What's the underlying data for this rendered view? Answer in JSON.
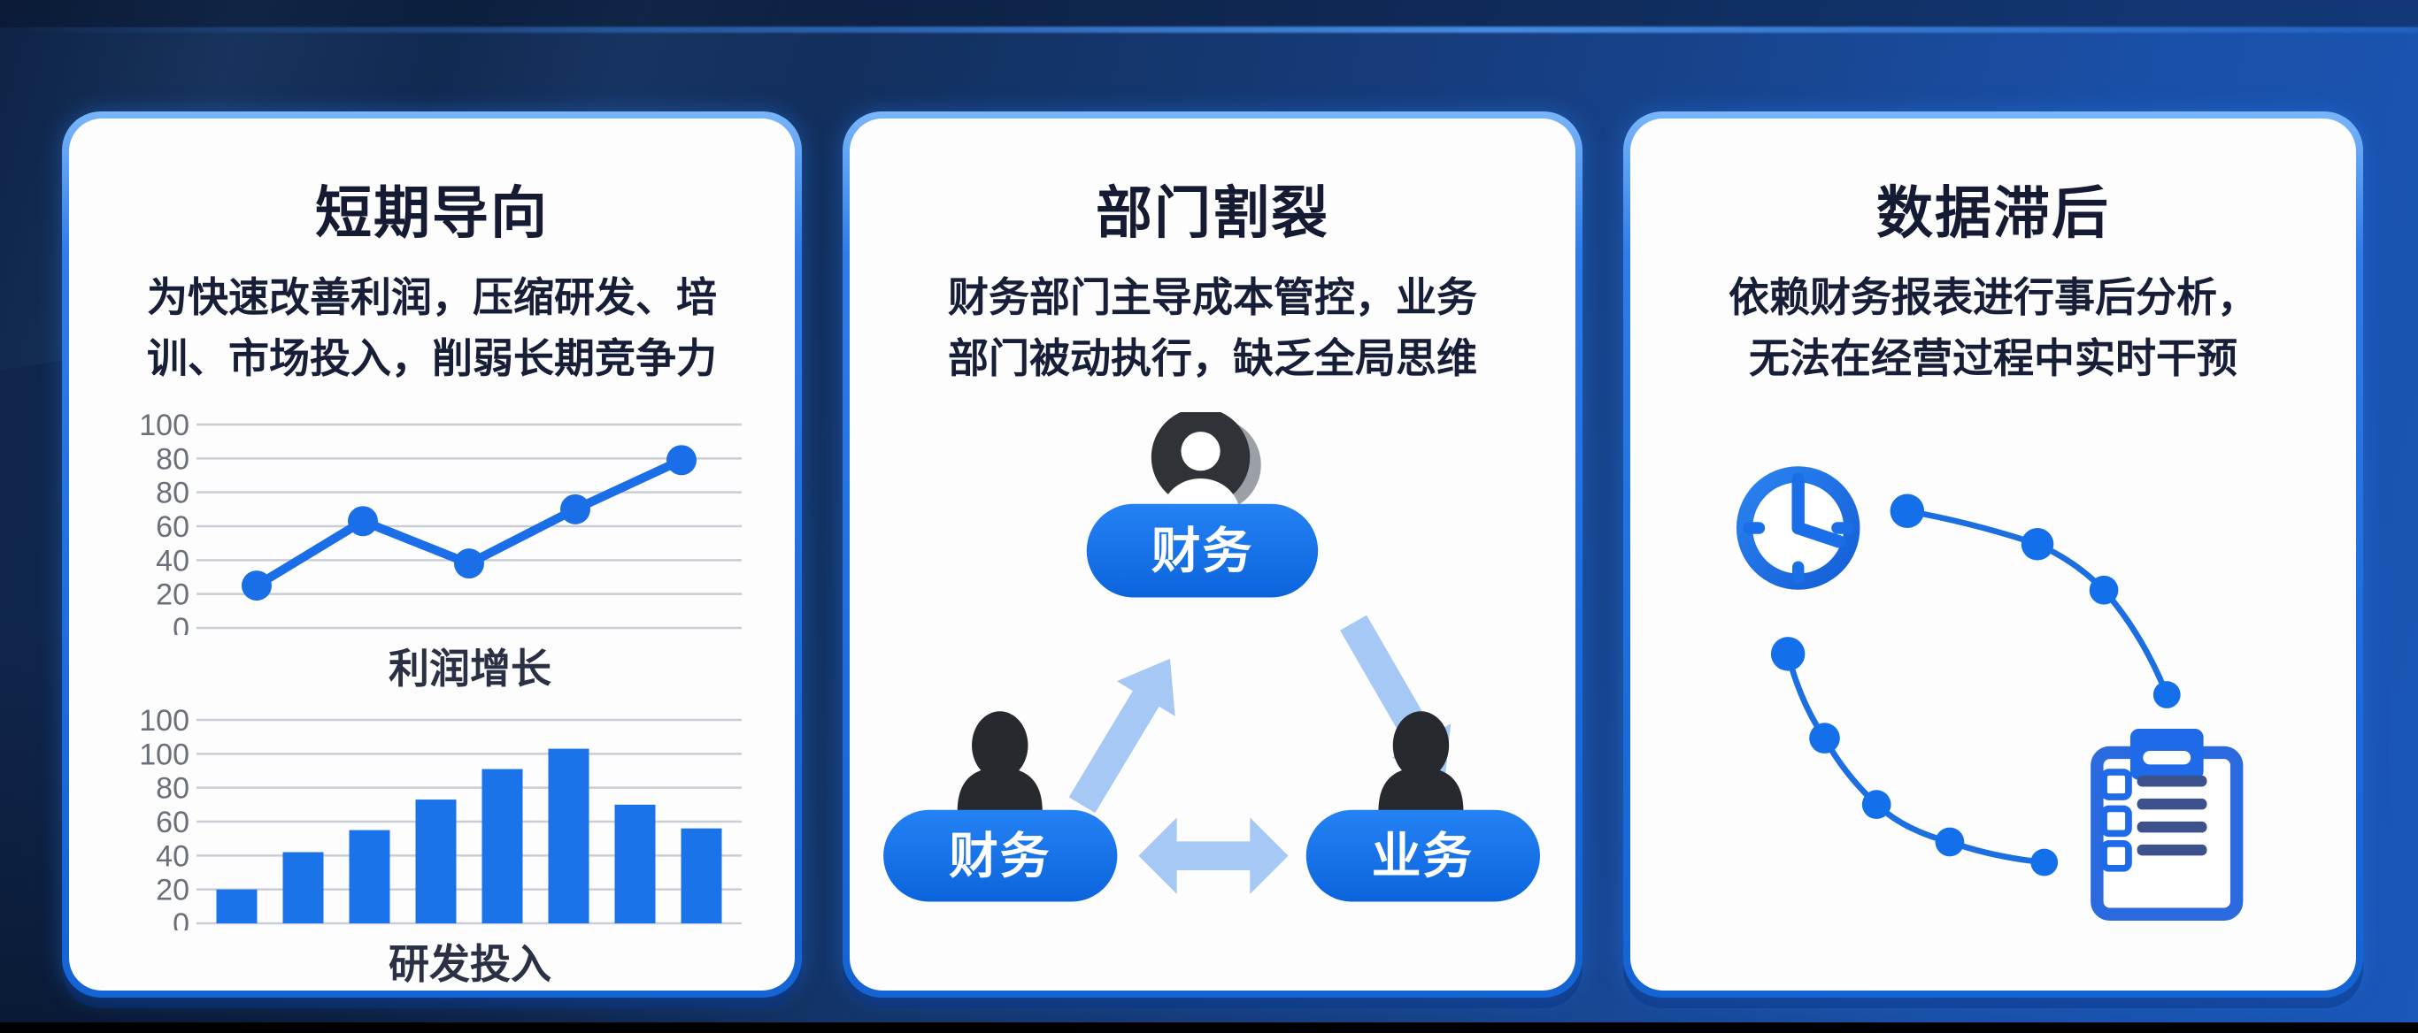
{
  "slide": {
    "background": {
      "base_dark_navy": "#0f2548",
      "base_bright_blue": "#1a57b8",
      "top_glow_line": "#3e8cf0",
      "bottom_bar": "#000000"
    },
    "accent_blue": "#1a6fe8",
    "light_arrow_blue": "#a6c8f5",
    "card_border_blue": "#2e7ce8"
  },
  "cards": [
    {
      "title": "短期导向",
      "body": "为快速改善利润，压缩研发、培\n训、市场投入，削弱长期竞争力"
    },
    {
      "title": "部门割裂",
      "body": "财务部门主导成本管控，业务\n部门被动执行，缺乏全局思维",
      "diagram": {
        "top_node": "财务",
        "left_node": "财务",
        "right_node": "业务",
        "node_color": "#0e6ee8",
        "arrow_color": "#a6c8f5",
        "person_color": "#26292e"
      }
    },
    {
      "title": "数据滞后",
      "body": "依赖财务报表进行事后分析，\n无法在经营过程中实时干预",
      "diagram": {
        "icons": [
          "clock-icon",
          "dotted-flow-arcs",
          "clipboard-checklist-icon"
        ],
        "icon_color": "#1a6fe8",
        "checklist_line_color": "#3d528c"
      }
    }
  ],
  "chart_data": [
    {
      "type": "line",
      "title": "利润增长",
      "x": [
        1,
        2,
        3,
        4,
        5
      ],
      "values": [
        25,
        63,
        38,
        70,
        99
      ],
      "y_tick_labels": [
        "100",
        "80",
        "80",
        "60",
        "40",
        "20",
        "0"
      ],
      "ylim": [
        0,
        120
      ],
      "gridlines": 7,
      "grid": true,
      "legend": "none",
      "line_color": "#1a6fe8"
    },
    {
      "type": "bar",
      "title": "研发投入",
      "categories": [
        1,
        2,
        3,
        4,
        5,
        6,
        7,
        8
      ],
      "values": [
        20,
        42,
        55,
        73,
        91,
        103,
        70,
        56
      ],
      "y_tick_labels": [
        "100",
        "100",
        "80",
        "60",
        "40",
        "20",
        "0"
      ],
      "ylim": [
        0,
        120
      ],
      "gridlines": 7,
      "grid": true,
      "legend": "none",
      "bar_color": "#1a73e8"
    }
  ]
}
